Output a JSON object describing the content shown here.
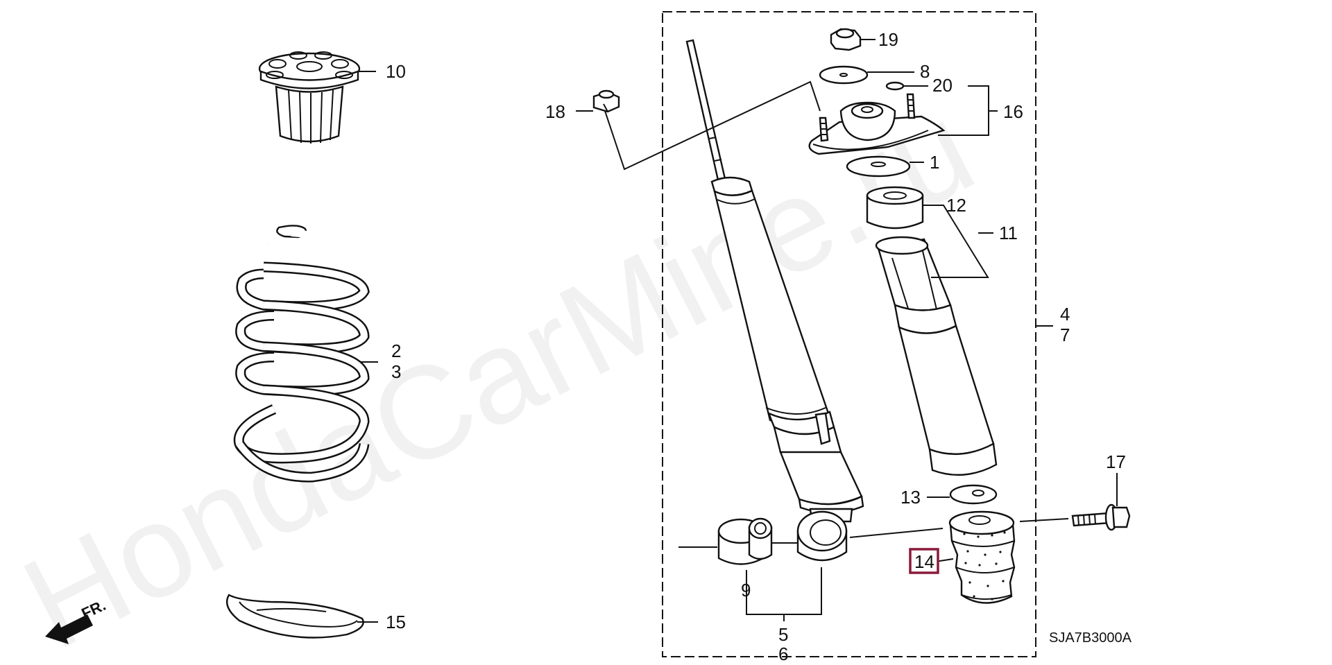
{
  "watermark": "HondaCarMine.ru",
  "diagram_code": "SJA7B3000A",
  "direction_label": "FR.",
  "highlighted_part": "14",
  "callouts": {
    "p1": "1",
    "p2": "2",
    "p3": "3",
    "p4": "4",
    "p5": "5",
    "p6": "6",
    "p7": "7",
    "p8": "8",
    "p9": "9",
    "p10": "10",
    "p11": "11",
    "p12": "12",
    "p13": "13",
    "p14": "14",
    "p15": "15",
    "p16": "16",
    "p17": "17",
    "p18": "18",
    "p19": "19",
    "p20": "20"
  },
  "colors": {
    "highlight": "#8b1a3a",
    "line": "#111111"
  }
}
